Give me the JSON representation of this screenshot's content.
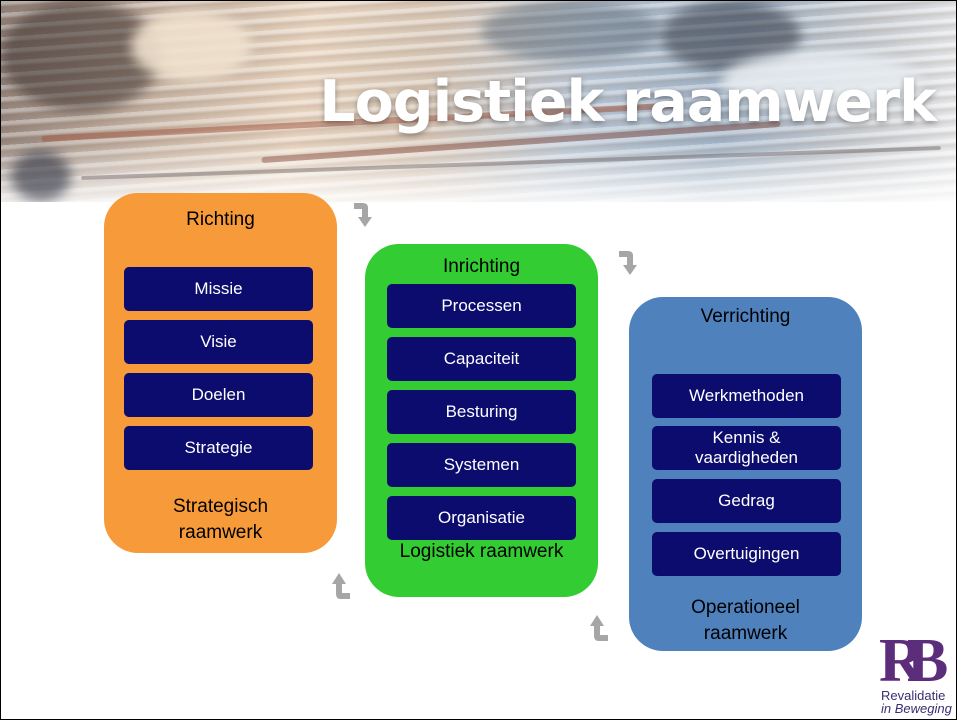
{
  "slide": {
    "title": "Logistiek raamwerk"
  },
  "panels": {
    "strategic": {
      "heading": "Richting",
      "items": [
        "Missie",
        "Visie",
        "Doelen",
        "Strategie"
      ],
      "footer_line1": "Strategisch",
      "footer_line2": "raamwerk",
      "color": "#f79a3a"
    },
    "logistic": {
      "heading": "Inrichting",
      "items": [
        "Processen",
        "Capaciteit",
        "Besturing",
        "Systemen",
        "Organisatie"
      ],
      "footer": "Logistiek raamwerk",
      "color": "#33cc33"
    },
    "operational": {
      "heading": "Verrichting",
      "items": [
        "Werkmethoden",
        "Kennis & vaardigheden",
        "Gedrag",
        "Overtuigingen"
      ],
      "item2_line1": "Kennis &",
      "item2_line2": "vaardigheden",
      "footer_line1": "Operationeel",
      "footer_line2": "raamwerk",
      "color": "#4f81bd"
    }
  },
  "item_color": "#0b0c6e",
  "arrow_color": "#a6a6a6",
  "icons": [
    "curved-arrow-down-icon",
    "curved-arrow-up-icon"
  ],
  "logo": {
    "line1": "Revalidatie",
    "line2": "in Beweging"
  }
}
